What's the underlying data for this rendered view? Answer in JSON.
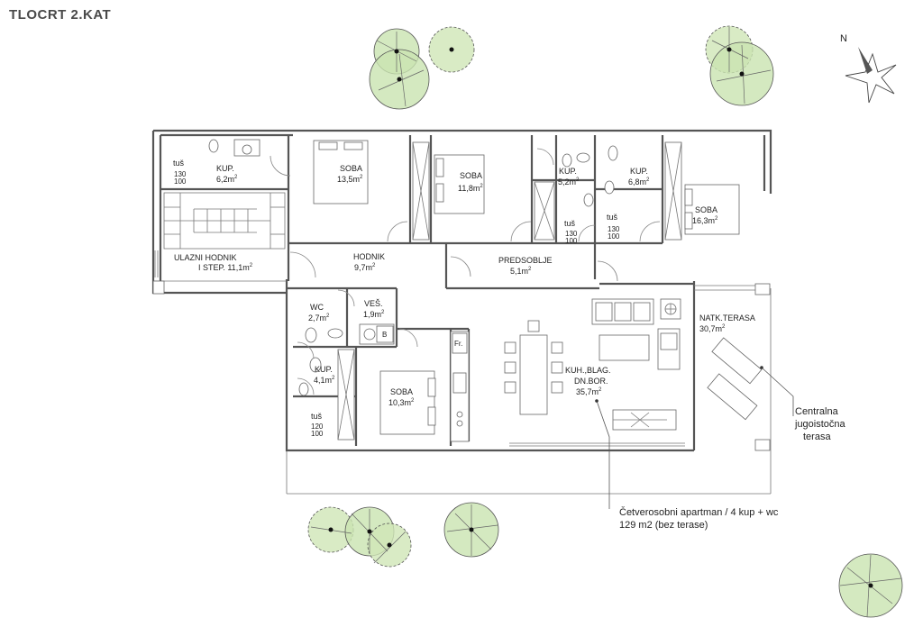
{
  "title": "TLOCRT 2.KAT",
  "compass": {
    "label": "N"
  },
  "rooms": {
    "kup1": {
      "name": "KUP.",
      "area": "6,2m",
      "shower": "tuš",
      "shower_size_top": "130",
      "shower_size_bottom": "100"
    },
    "ulazni": {
      "name": "ULAZNI HODNIK",
      "area": "I STEP. 11,1m"
    },
    "soba1": {
      "name": "SOBA",
      "area": "13,5m"
    },
    "soba2": {
      "name": "SOBA",
      "area": "11,8m"
    },
    "kup2": {
      "name": "KUP.",
      "area": "5,2m",
      "shower": "tuš",
      "shower_size_top": "130",
      "shower_size_bottom": "100"
    },
    "kup3": {
      "name": "KUP.",
      "area": "6,8m",
      "shower": "tuš",
      "shower_size_top": "130",
      "shower_size_bottom": "100"
    },
    "soba3": {
      "name": "SOBA",
      "area": "16,3m"
    },
    "hodnik": {
      "name": "HODNIK",
      "area": "9,7m"
    },
    "predsoblje": {
      "name": "PREDSOBLJE",
      "area": "5,1m"
    },
    "wc": {
      "name": "WC",
      "area": "2,7m"
    },
    "ves": {
      "name": "VEŠ.",
      "area": "1,9m"
    },
    "kup4": {
      "name": "KUP.",
      "area": "4,1m",
      "shower": "tuš",
      "shower_size_top": "120",
      "shower_size_bottom": "100"
    },
    "soba4": {
      "name": "SOBA",
      "area": "10,3m"
    },
    "kuh": {
      "line1": "KUH.,BLAG.",
      "line2": "DN.BOR.",
      "area": "35,7m"
    },
    "terasa": {
      "name": "NATK.TERASA",
      "area": "30,7m"
    }
  },
  "superscript": "2",
  "appliance_labels": {
    "fridge": "Fr.",
    "b": "B"
  },
  "notes": {
    "terrace_line1": "Centralna",
    "terrace_line2": "jugoistočna",
    "terrace_line3": "terasa",
    "apartment_line1": "Četverosobni apartman / 4 kup + wc",
    "apartment_line2": "129 m2 (bez terase)"
  },
  "colors": {
    "tree_fill": "#c9e4b0",
    "wall": "#555555"
  }
}
